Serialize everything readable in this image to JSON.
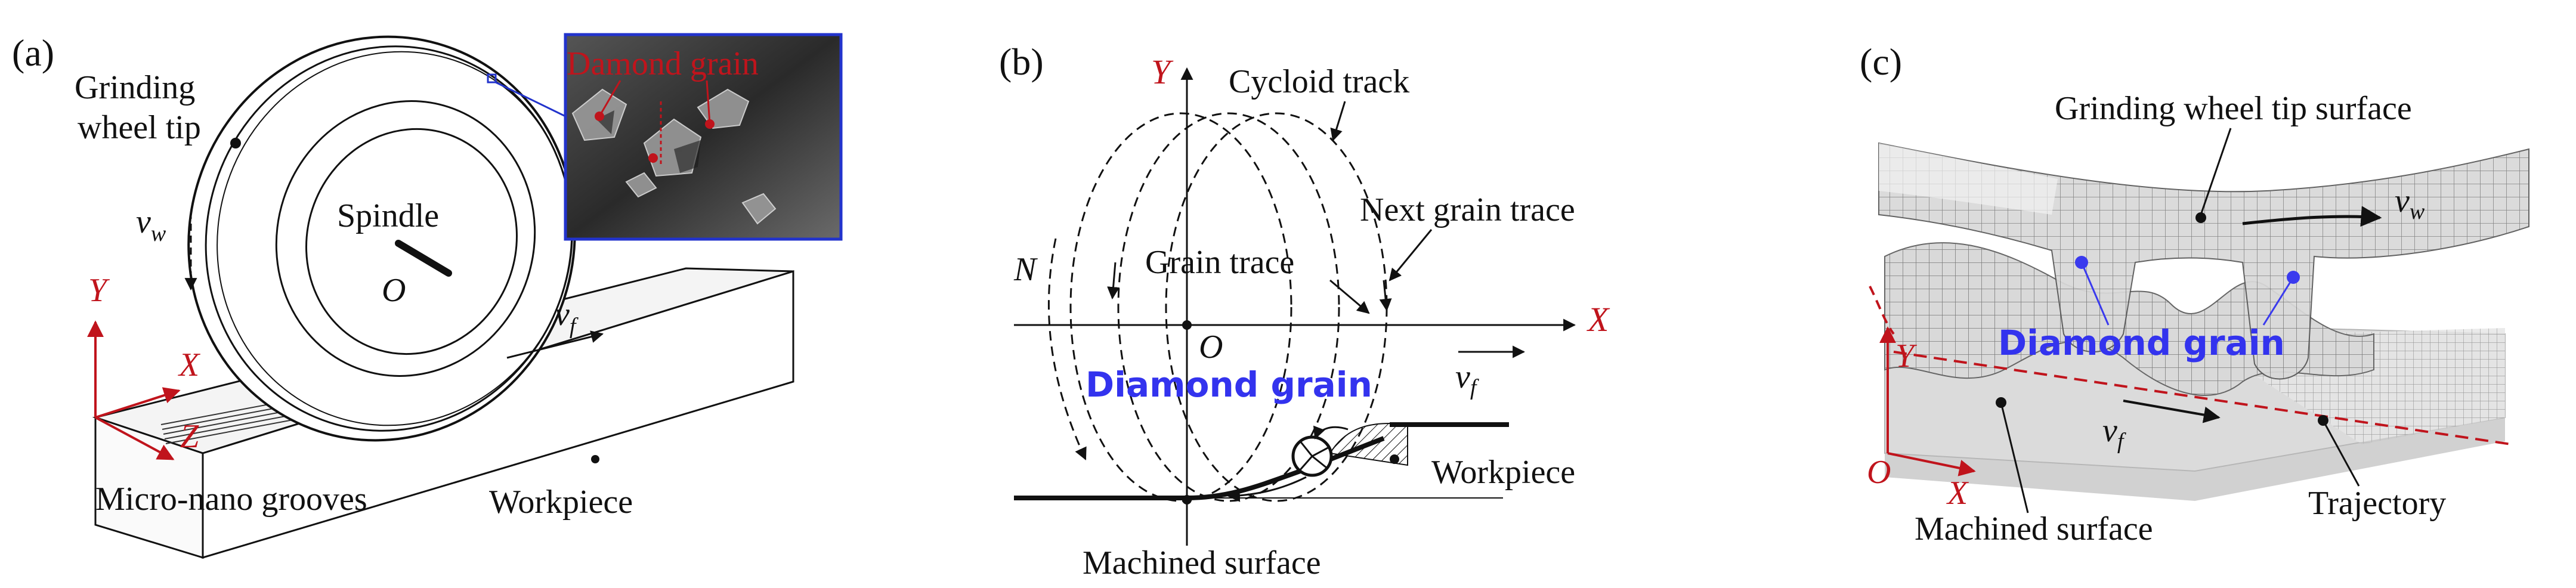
{
  "panel_a": {
    "tag": "(a)",
    "grinding_wheel_tip_1": "Grinding",
    "grinding_wheel_tip_2": "wheel tip",
    "diamond_grain": "Damond grain",
    "spindle": "Spindle",
    "origin": "O",
    "vw": "v",
    "vw_sub": "w",
    "vf": "v",
    "vf_sub": "f",
    "axis_y": "Y",
    "axis_x": "X",
    "axis_z": "Z",
    "grooves": "Micro-nano grooves",
    "workpiece": "Workpiece"
  },
  "panel_b": {
    "tag": "(b)",
    "axis_y": "Y",
    "axis_x": "X",
    "cycloid": "Cycloid track",
    "next_grain": "Next grain trace",
    "grain_trace": "Grain trace",
    "n": "N",
    "origin": "O",
    "diamond_grain": "Diamond grain",
    "vf": "v",
    "vf_sub": "f",
    "workpiece": "Workpiece",
    "machined_surface": "Machined surface"
  },
  "panel_c": {
    "tag": "(c)",
    "wheel_surface": "Grinding wheel tip surface",
    "vw": "v",
    "vw_sub": "w",
    "diamond_grain": "Diamond grain",
    "axis_y": "Y",
    "vf": "v",
    "vf_sub": "f",
    "origin": "O",
    "axis_x": "X",
    "trajectory": "Trajectory",
    "machined_surface": "Machined surface"
  }
}
